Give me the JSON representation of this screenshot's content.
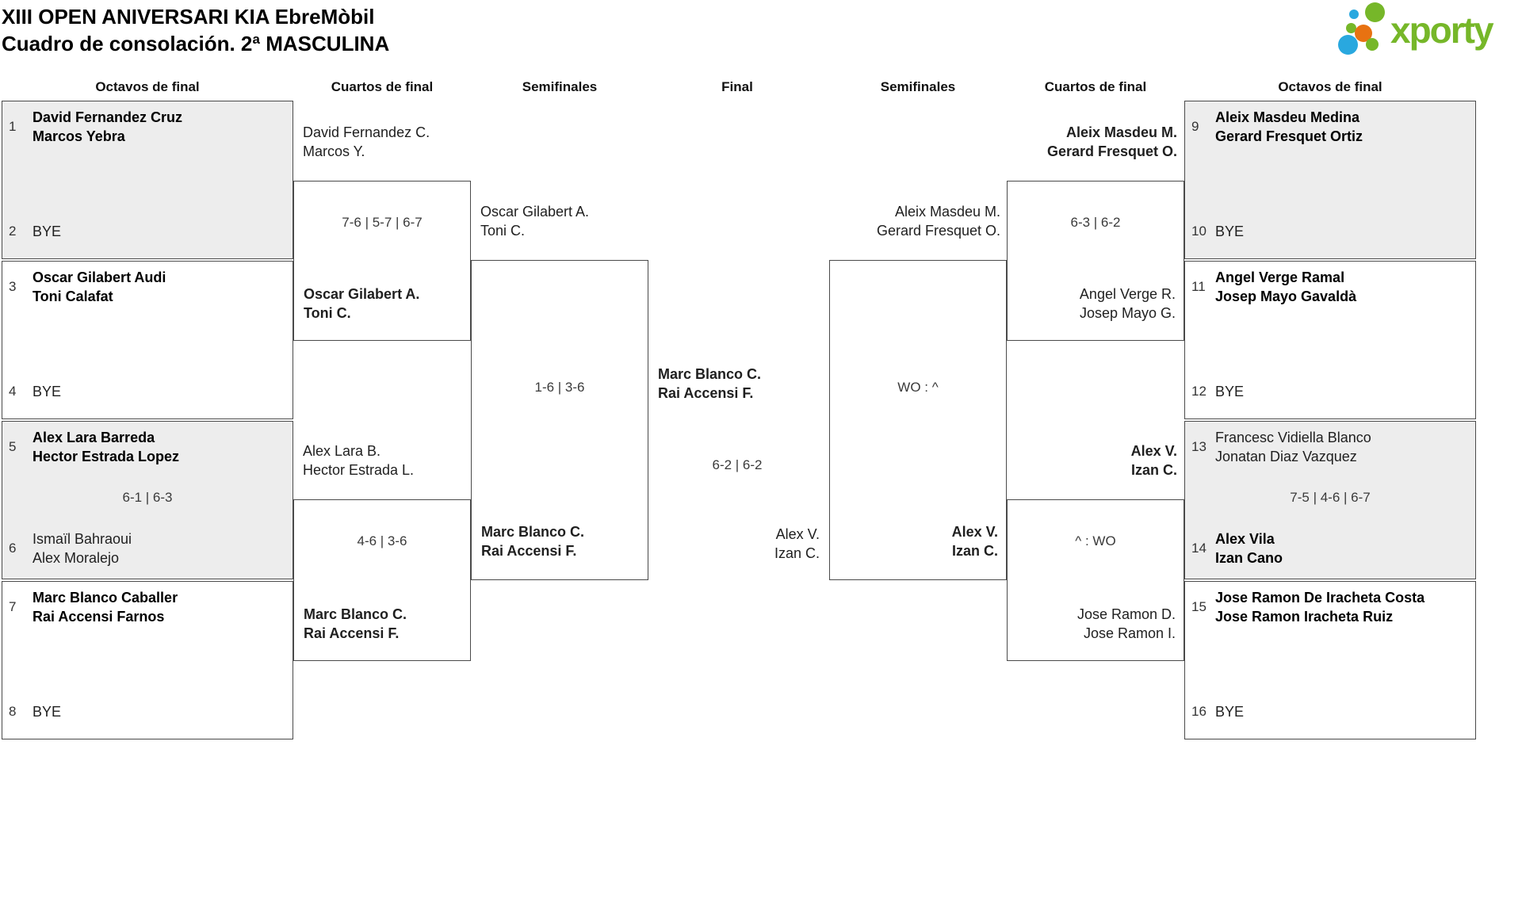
{
  "title": {
    "line1": "XIII OPEN ANIVERSARI KIA EbreMòbil",
    "line2": "Cuadro de consolación. 2ª MASCULINA"
  },
  "logo": {
    "text": "xporty"
  },
  "colors": {
    "logo_green": "#76b729",
    "logo_blue": "#29a8df",
    "logo_orange": "#e87211",
    "shaded_box": "#ededed",
    "box_border": "#4a4a4a"
  },
  "round_headers": {
    "octavos_left": "Octavos de final",
    "cuartos_left": "Cuartos de final",
    "semis_left": "Semifinales",
    "final": "Final",
    "semis_right": "Semifinales",
    "cuartos_right": "Cuartos de final",
    "octavos_right": "Octavos de final"
  },
  "octavos_left": [
    {
      "seed_top": "1",
      "top_line1": "David Fernandez Cruz",
      "top_line2": "Marcos Yebra",
      "seed_bottom": "2",
      "bottom_line1": "BYE"
    },
    {
      "seed_top": "3",
      "top_line1": "Oscar Gilabert Audi",
      "top_line2": "Toni Calafat",
      "seed_bottom": "4",
      "bottom_line1": "BYE"
    },
    {
      "seed_top": "5",
      "top_line1": "Alex Lara Barreda",
      "top_line2": "Hector Estrada Lopez",
      "score": "6-1 | 6-3",
      "seed_bottom": "6",
      "bottom_line1": "Ismaïl Bahraoui",
      "bottom_line2": "Alex Moralejo"
    },
    {
      "seed_top": "7",
      "top_line1": "Marc Blanco Caballer",
      "top_line2": "Rai Accensi Farnos",
      "seed_bottom": "8",
      "bottom_line1": "BYE"
    }
  ],
  "cuartos_left": [
    {
      "above_line1": "David Fernandez C.",
      "above_line2": "Marcos Y.",
      "score": "7-6 | 5-7 | 6-7",
      "inside_line1": "Oscar Gilabert A.",
      "inside_line2": "Toni C."
    },
    {
      "above_line1": "Alex Lara B.",
      "above_line2": "Hector Estrada L.",
      "score": "4-6 | 3-6",
      "inside_line1": "Marc Blanco C.",
      "inside_line2": "Rai Accensi F."
    }
  ],
  "semi_left": {
    "above_line1": "Oscar Gilabert A.",
    "above_line2": "Toni C.",
    "score": "1-6 | 3-6",
    "inside_line1": "Marc Blanco C.",
    "inside_line2": "Rai Accensi F."
  },
  "final": {
    "winner_line1": "Marc Blanco C.",
    "winner_line2": "Rai Accensi F.",
    "score": "6-2 | 6-2",
    "loser_line1": "Alex V.",
    "loser_line2": "Izan C."
  },
  "semi_right": {
    "above_line1": "Aleix Masdeu M.",
    "above_line2": "Gerard Fresquet O.",
    "score": "WO : ^",
    "inside_line1": "Alex V.",
    "inside_line2": "Izan C."
  },
  "cuartos_right": [
    {
      "above_line1": "Aleix Masdeu M.",
      "above_line2": "Gerard Fresquet O.",
      "score": "6-3 | 6-2",
      "inside_line1": "Angel Verge R.",
      "inside_line2": "Josep Mayo G."
    },
    {
      "above_line1": "Alex V.",
      "above_line2": "Izan C.",
      "score": "^ : WO",
      "inside_line1": "Jose Ramon D.",
      "inside_line2": "Jose Ramon I."
    }
  ],
  "octavos_right": [
    {
      "seed_top": "9",
      "top_line1": "Aleix Masdeu Medina",
      "top_line2": "Gerard Fresquet Ortiz",
      "seed_bottom": "10",
      "bottom_line1": "BYE"
    },
    {
      "seed_top": "11",
      "top_line1": "Angel Verge Ramal",
      "top_line2": "Josep Mayo Gavaldà",
      "seed_bottom": "12",
      "bottom_line1": "BYE"
    },
    {
      "seed_top": "13",
      "top_line1": "Francesc Vidiella Blanco",
      "top_line2": "Jonatan Diaz Vazquez",
      "score": "7-5 | 4-6 | 6-7",
      "seed_bottom": "14",
      "bottom_line1": "Alex Vila",
      "bottom_line2": "Izan Cano"
    },
    {
      "seed_top": "15",
      "top_line1": "Jose Ramon De Iracheta Costa",
      "top_line2": "Jose Ramon Iracheta Ruiz",
      "seed_bottom": "16",
      "bottom_line1": "BYE"
    }
  ]
}
